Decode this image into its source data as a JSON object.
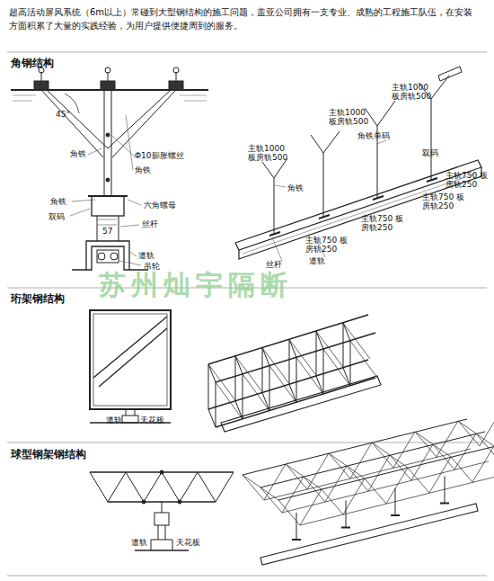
{
  "diagram": {
    "labels": [
      "超高活动屏风系统（6m以上）常碰到大型钢结构的施工问题，盖亚公司拥有一支专业、成熟的工程施工队伍，在安装方面积累了大量的实践经验，为用户提供便捷周到的服务。",
      "角钢结构",
      "45°",
      "角铁",
      "Φ10膨胀螺丝",
      "角铁",
      "角铁",
      "六角螺母",
      "双码",
      "57",
      "丝杆",
      "道轨",
      "吊轮",
      "主轨1000 板房轨500",
      "主轨1000 板房轨500",
      "角铁单码",
      "主轨1000 板房轨500",
      "双码",
      "主轨750 板房轨250",
      "主轨750 板房轨250",
      "角铁",
      "主轨750 板房轨250",
      "主轨750 板房轨250",
      "丝杆",
      "道轨",
      "苏州灿宇隔断",
      "珩架钢结构",
      "道轨",
      "天花板",
      "球型钢架钢结构",
      "道轨",
      "天花板"
    ]
  }
}
